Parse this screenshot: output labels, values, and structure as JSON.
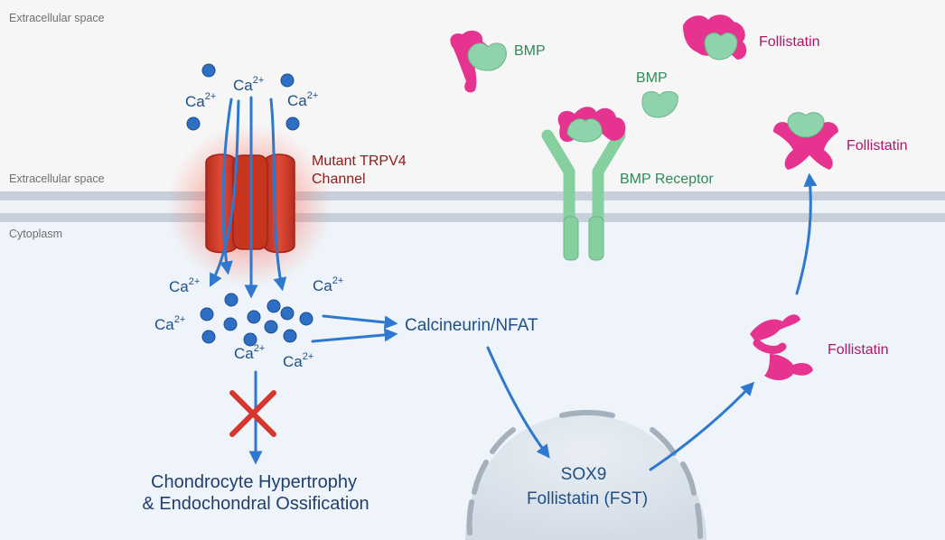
{
  "regions": {
    "top": "Extracellular space",
    "membrane": "Extracellular space",
    "inside": "Cytoplasm"
  },
  "ions": {
    "base": "Ca",
    "charge": "2+"
  },
  "labels": {
    "channel_line1": "Mutant TRPV4",
    "channel_line2": "Channel",
    "bmp_a": "BMP",
    "bmp_b": "BMP",
    "receptor": "BMP Receptor",
    "follistatin_a": "Follistatin",
    "follistatin_b": "Follistatin",
    "follistatin_c": "Follistatin",
    "calcineurin": "Calcineurin/NFAT",
    "nucleus_line1": "SOX9",
    "nucleus_line2": "Follistatin (FST)",
    "outcome_line1": "Chondrocyte Hypertrophy",
    "outcome_line2": "& Endochondral Ossification"
  },
  "colors": {
    "extracellular": "#f5f5f5",
    "cytoplasm": "#eef4f9",
    "membrane": "#c9d3dc",
    "channel": "#d9412e",
    "channel_glow": "#ff4a3a",
    "calcium": "#2d6fc4",
    "arrow": "#2e79cf",
    "bmp": "#8fd3ad",
    "receptor": "#86cf9e",
    "follistatin": "#e6338f",
    "nucleus": "#dfe6ee",
    "block": "#d6362e"
  },
  "icons": {
    "blocked": "x-mark-icon"
  }
}
